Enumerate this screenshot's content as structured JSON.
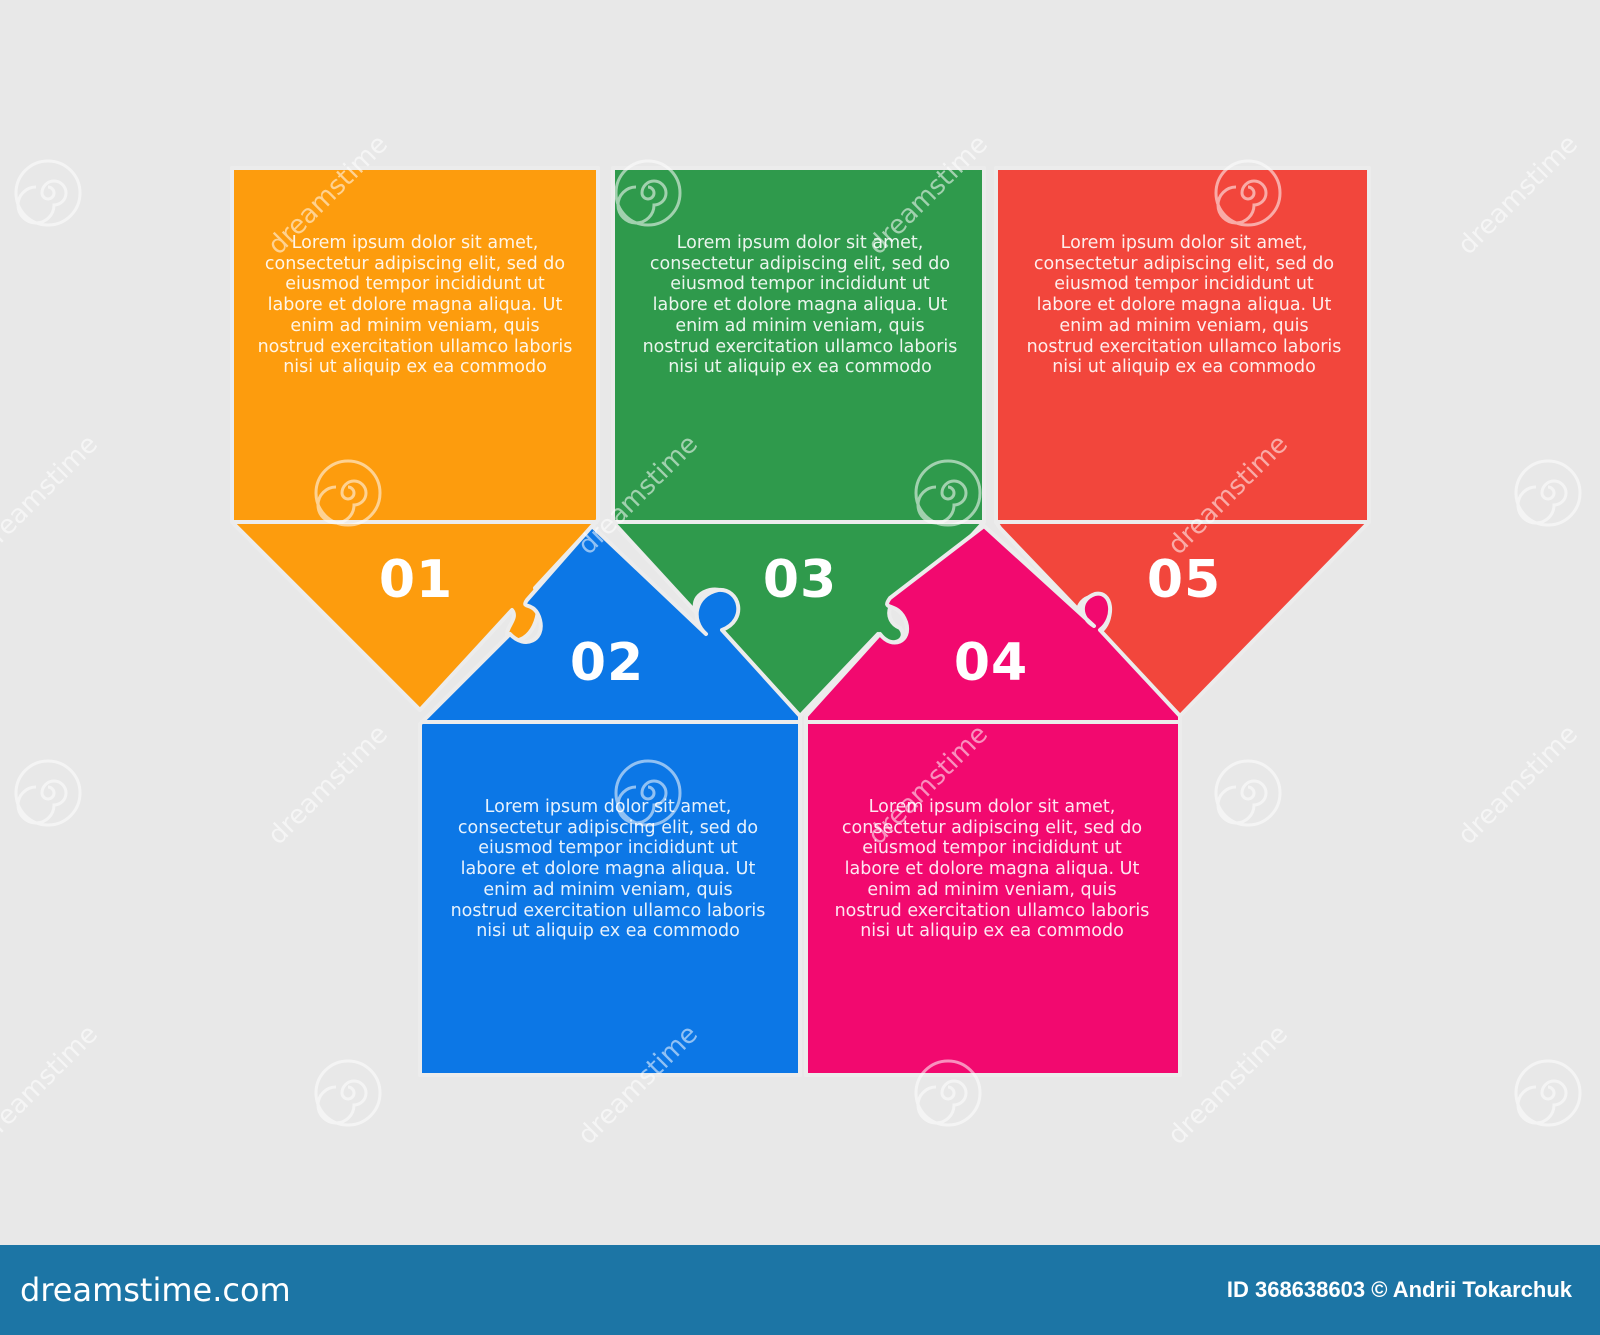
{
  "colors": {
    "orange": "#fd9c0d",
    "green": "#2f9a4c",
    "red": "#f2463c",
    "blue": "#0c77e6",
    "magenta": "#f2096f",
    "background": "#e8e8e8",
    "footer": "#1c75a5"
  },
  "steps": [
    {
      "number": "01",
      "color": "#fd9c0d",
      "text": "Lorem ipsum dolor sit amet, consectetur adipiscing elit, sed do eiusmod tempor incididunt ut labore et dolore magna aliqua. Ut enim ad minim veniam, quis nostrud exercitation ullamco laboris nisi ut aliquip ex ea commodo"
    },
    {
      "number": "02",
      "color": "#0c77e6",
      "text": "Lorem ipsum dolor sit amet, consectetur adipiscing elit, sed do eiusmod tempor incididunt ut labore et dolore magna aliqua. Ut enim ad minim veniam, quis nostrud exercitation ullamco laboris nisi ut aliquip ex ea commodo"
    },
    {
      "number": "03",
      "color": "#2f9a4c",
      "text": "Lorem ipsum dolor sit amet, consectetur adipiscing elit, sed do eiusmod tempor incididunt ut labore et dolore magna aliqua. Ut enim ad minim veniam, quis nostrud exercitation ullamco laboris nisi ut aliquip ex ea commodo"
    },
    {
      "number": "04",
      "color": "#f2096f",
      "text": "Lorem ipsum dolor sit amet, consectetur adipiscing elit, sed do eiusmod tempor incididunt ut labore et dolore magna aliqua. Ut enim ad minim veniam, quis nostrud exercitation ullamco laboris nisi ut aliquip ex ea commodo"
    },
    {
      "number": "05",
      "color": "#f2463c",
      "text": "Lorem ipsum dolor sit amet, consectetur adipiscing elit, sed do eiusmod tempor incididunt ut labore et dolore magna aliqua. Ut enim ad minim veniam, quis nostrud exercitation ullamco laboris nisi ut aliquip ex ea commodo"
    }
  ],
  "watermark": {
    "text": "dreamstime",
    "icon": "spiral-icon"
  },
  "footer": {
    "logo": "dreamstime.com",
    "credit": "ID 368638603 © Andrii Tokarchuk"
  }
}
